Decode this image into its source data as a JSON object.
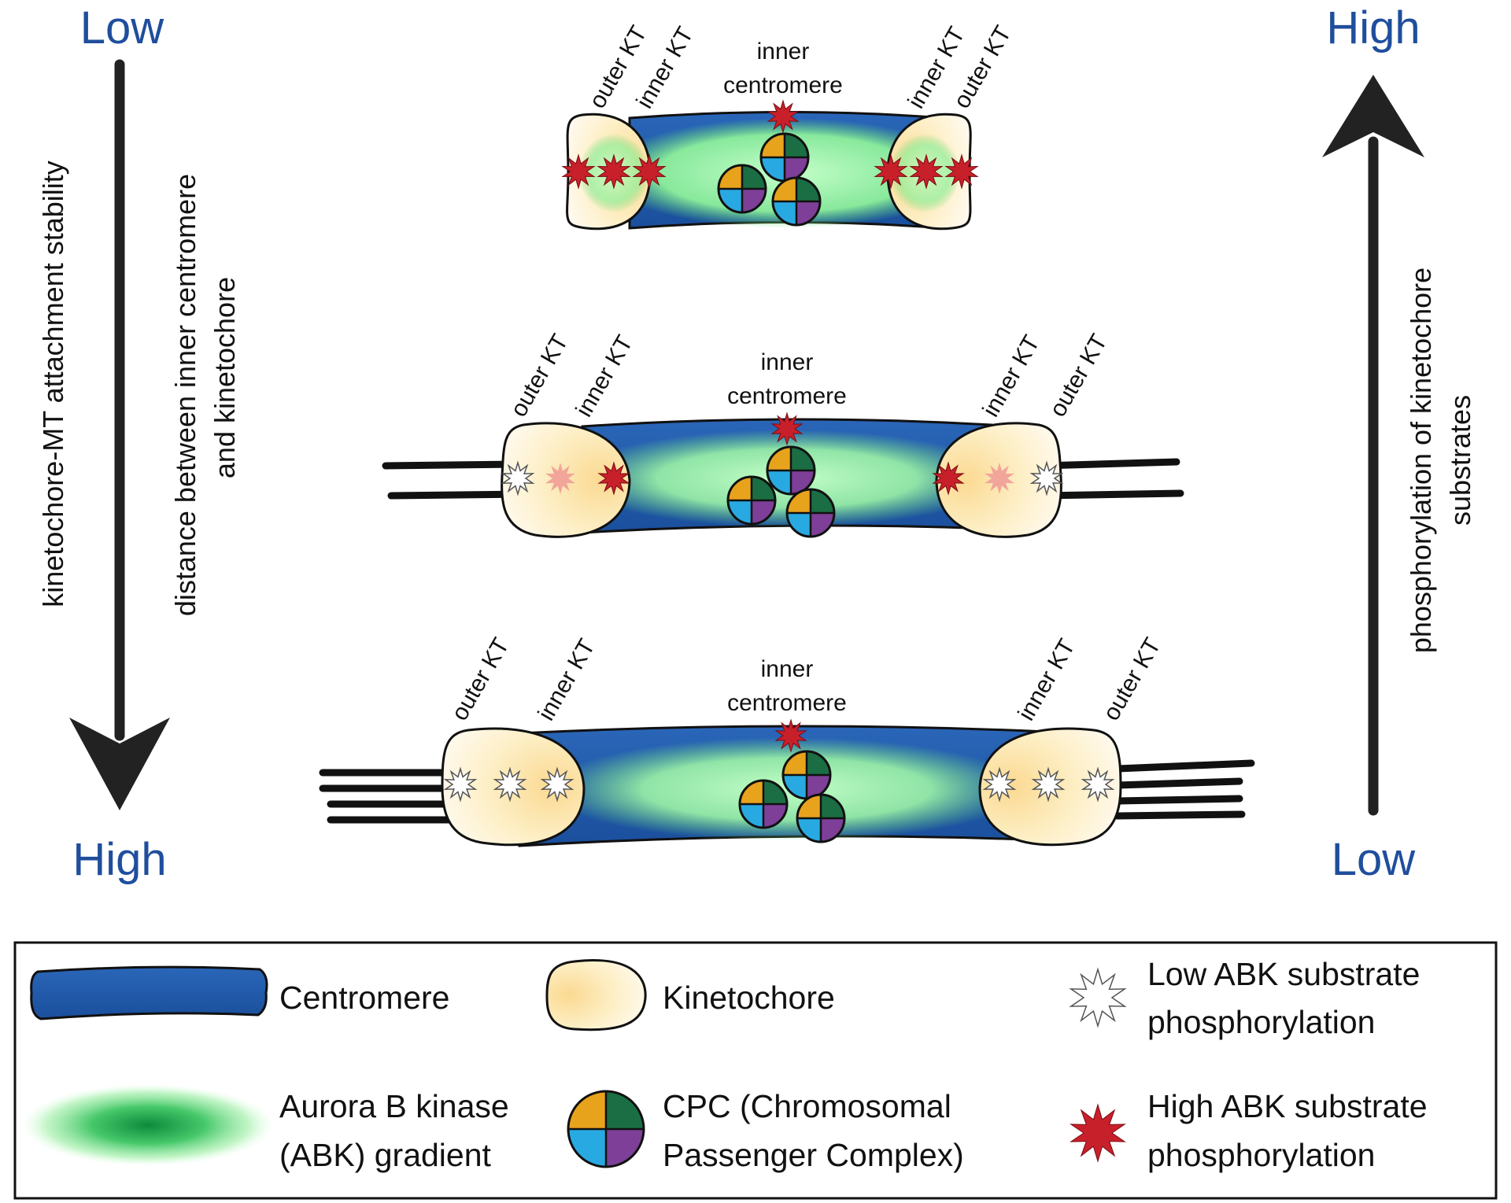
{
  "axes": {
    "left": {
      "top_label": "Low",
      "bottom_label": "High",
      "caption_outer": "kinetochore-MT attachment stability",
      "caption_inner_line1": "distance between inner centromere",
      "caption_inner_line2": "and kinetochore"
    },
    "right": {
      "top_label": "High",
      "bottom_label": "Low",
      "caption_line1": "phosphorylation of kinetochore",
      "caption_line2": "substrates"
    }
  },
  "chromosomes": [
    {
      "outer_kt": "outer KT",
      "inner_kt": "inner KT",
      "center_line1": "inner",
      "center_line2": "centromere",
      "phospho_levels": [
        "high",
        "high",
        "high"
      ]
    },
    {
      "outer_kt": "outer KT",
      "inner_kt": "inner KT",
      "center_line1": "inner",
      "center_line2": "centromere",
      "phospho_levels": [
        "low",
        "medium",
        "high"
      ]
    },
    {
      "outer_kt": "outer KT",
      "inner_kt": "inner KT",
      "center_line1": "inner",
      "center_line2": "centromere",
      "phospho_levels": [
        "low",
        "low",
        "low"
      ]
    }
  ],
  "legend": {
    "centromere": "Centromere",
    "kinetochore": "Kinetochore",
    "low_phospho_line1": "Low ABK substrate",
    "low_phospho_line2": "phosphorylation",
    "abk_line1": "Aurora B kinase",
    "abk_line2": "(ABK) gradient",
    "cpc_line1": "CPC (Chromosomal",
    "cpc_line2": "Passenger Complex)",
    "high_phospho_line1": "High ABK substrate",
    "high_phospho_line2": "phosphorylation"
  },
  "colors": {
    "axis_label": "#1f4e9c",
    "centromere": "#1f5aa8",
    "kinetochore": "#fbeec2",
    "abk_gradient": "#7fe38f",
    "high_star": "#c8202b",
    "medium_star": "#f2a59a",
    "low_star": "#ffffff",
    "cpc_orange": "#e8a31c",
    "cpc_green": "#1b6e43",
    "cpc_cyan": "#29a9e1",
    "cpc_purple": "#7d3f98"
  }
}
